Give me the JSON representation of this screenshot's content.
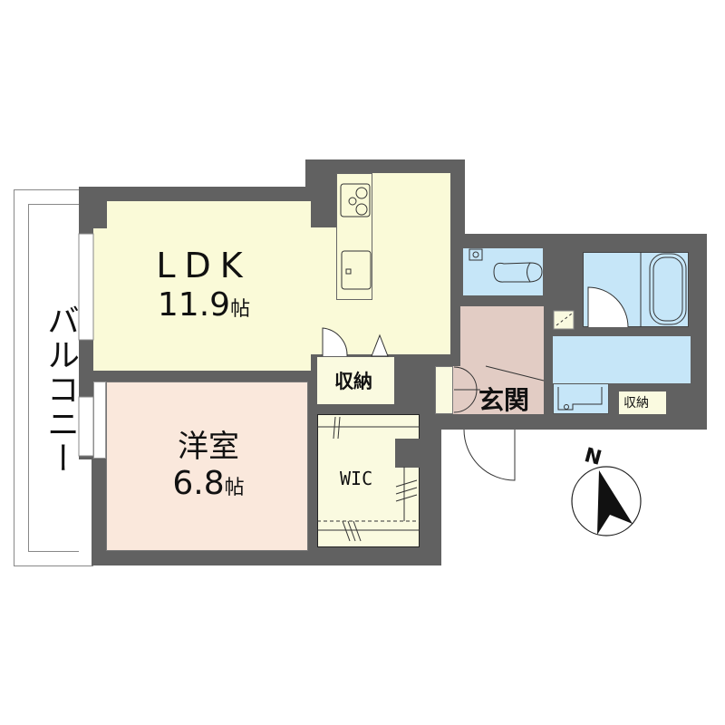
{
  "plan": {
    "rooms": {
      "ldk": {
        "name": "LDK",
        "size": "11.9",
        "unit": "帖"
      },
      "yoshitsu": {
        "name": "洋室",
        "size": "6.8",
        "unit": "帖"
      },
      "genkan": {
        "name": "玄関"
      },
      "storage_center": {
        "name": "収納"
      },
      "storage_right": {
        "name": "収納"
      },
      "wic": {
        "name": "WIC"
      },
      "balcony": {
        "name": "バルコニー"
      }
    },
    "compass": {
      "label": "N"
    },
    "colors": {
      "wall": "#616161",
      "ldk": "#fafad8",
      "yoshitsu": "#fae8dc",
      "genkan": "#e2ccc4",
      "wet_area": "#c6e6f8",
      "storage": "#fafae0"
    }
  }
}
